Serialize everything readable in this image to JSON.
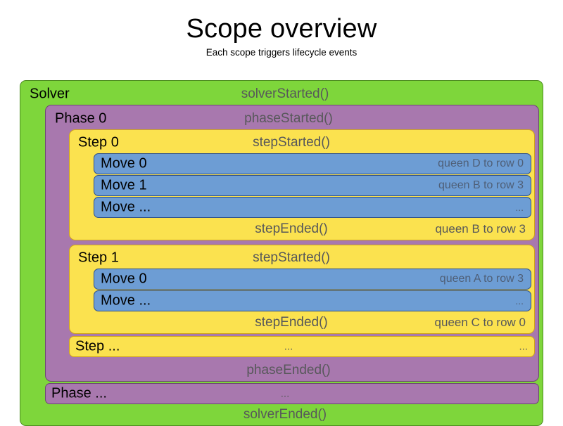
{
  "header": {
    "title": "Scope overview",
    "subtitle": "Each scope triggers lifecycle events"
  },
  "diagram": {
    "solver": {
      "label": "Solver",
      "started_event": "solverStarted()",
      "ended_event": "solverEnded()"
    },
    "phase0": {
      "label": "Phase 0",
      "started_event": "phaseStarted()",
      "ended_event": "phaseEnded()"
    },
    "phase_more": {
      "label": "Phase ...",
      "center": "..."
    },
    "steps": [
      {
        "label": "Step 0",
        "started_event": "stepStarted()",
        "ended_event": "stepEnded()",
        "ended_detail": "queen B to row 3",
        "moves": [
          {
            "label": "Move 0",
            "detail": "queen D to row 0"
          },
          {
            "label": "Move 1",
            "detail": "queen B to row 3"
          },
          {
            "label": "Move ...",
            "detail": "..."
          }
        ]
      },
      {
        "label": "Step 1",
        "started_event": "stepStarted()",
        "ended_event": "stepEnded()",
        "ended_detail": "queen C to row 0",
        "moves": [
          {
            "label": "Move 0",
            "detail": "queen A to row 3"
          },
          {
            "label": "Move ...",
            "detail": "..."
          }
        ]
      }
    ],
    "step_more": {
      "label": "Step ...",
      "center": "...",
      "right": "..."
    }
  },
  "colors": {
    "solver_bg": "#7ed63b",
    "phase_bg": "#a878ae",
    "step_bg": "#fbe24f",
    "move_bg": "#6d9dd4",
    "event_text": "#57585a",
    "page_bg": "#ffffff"
  }
}
